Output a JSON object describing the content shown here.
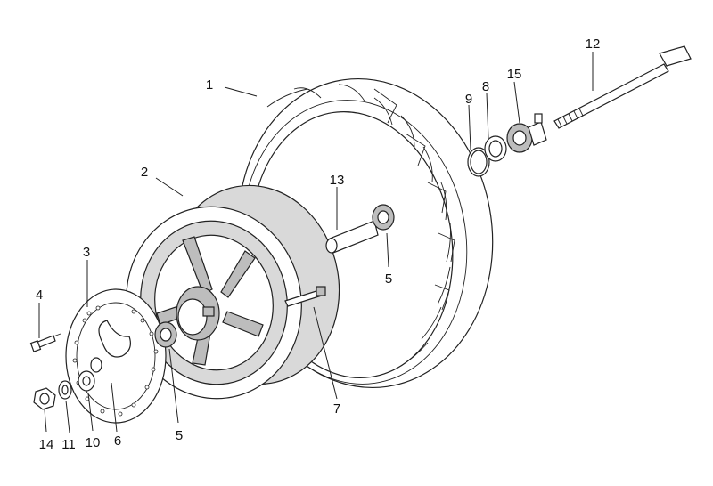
{
  "diagram": {
    "callouts": [
      {
        "id": "c1",
        "label": "1"
      },
      {
        "id": "c2",
        "label": "2"
      },
      {
        "id": "c3",
        "label": "3"
      },
      {
        "id": "c4",
        "label": "4"
      },
      {
        "id": "c5a",
        "label": "5"
      },
      {
        "id": "c5b",
        "label": "5"
      },
      {
        "id": "c6",
        "label": "6"
      },
      {
        "id": "c7",
        "label": "7"
      },
      {
        "id": "c8",
        "label": "8"
      },
      {
        "id": "c9",
        "label": "9"
      },
      {
        "id": "c10",
        "label": "10"
      },
      {
        "id": "c11",
        "label": "11"
      },
      {
        "id": "c12",
        "label": "12"
      },
      {
        "id": "c13",
        "label": "13"
      },
      {
        "id": "c14",
        "label": "14"
      },
      {
        "id": "c15",
        "label": "15"
      }
    ],
    "colors": {
      "line": "#222222",
      "rim_fill": "#d9d9d9",
      "hub_fill": "#bdbdbd",
      "background": "#ffffff"
    }
  }
}
